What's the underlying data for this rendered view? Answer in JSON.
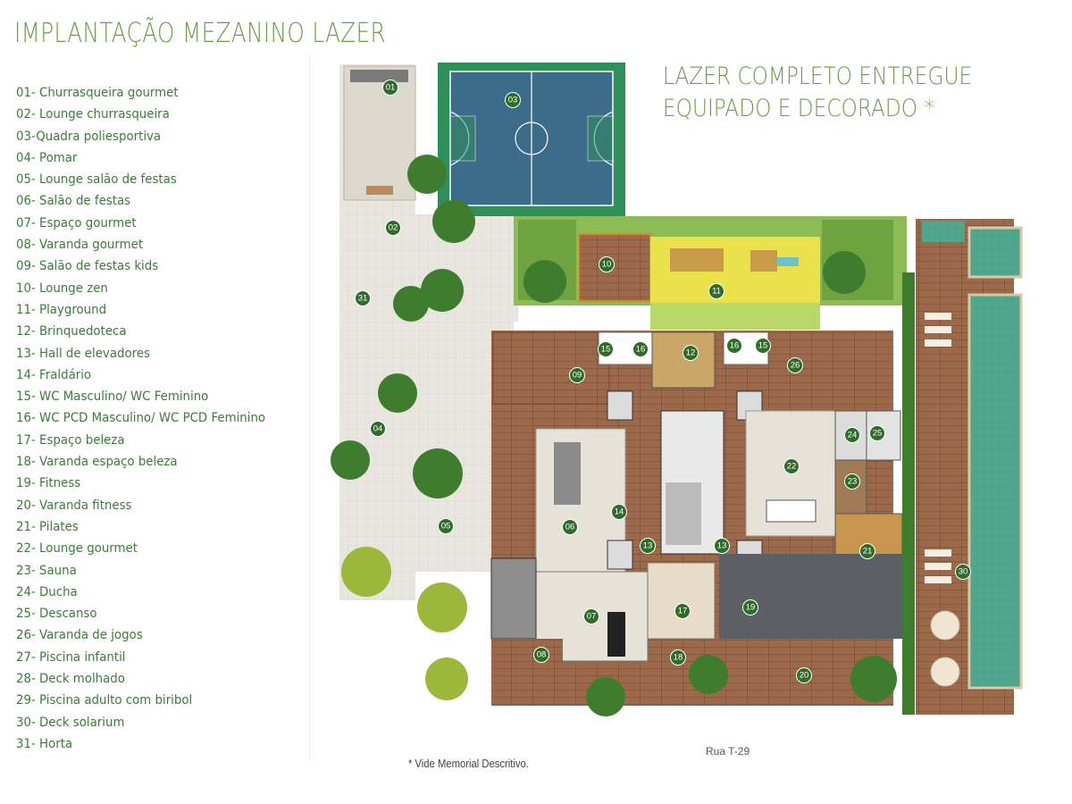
{
  "title": "IMPLANTAÇÃO MEZANINO LAZER",
  "tagline": [
    "LAZER COMPLETO ENTREGUE",
    "EQUIPADO E DECORADO *"
  ],
  "legend": [
    "01- Churrasqueira gourmet",
    "02- Lounge churrasqueira",
    "03-Quadra poliesportiva",
    "04- Pomar",
    "05- Lounge salão de festas",
    "06- Salão de festas",
    "07- Espaço gourmet",
    "08- Varanda gourmet",
    "09- Salão de festas kids",
    "10- Lounge zen",
    "11- Playground",
    "12- Brinquedoteca",
    "13- Hall de elevadores",
    "14- Fraldário",
    "15- WC Masculino/ WC Feminino",
    "16- WC PCD Masculino/ WC PCD Feminino",
    "17- Espaço beleza",
    "18- Varanda espaço beleza",
    "19- Fitness",
    "20- Varanda fitness",
    "21- Pilates",
    "22- Lounge gourmet",
    "23- Sauna",
    "24- Ducha",
    "25- Descanso",
    "26- Varanda de jogos",
    "27- Piscina infantil",
    "28- Deck molhado",
    "29- Piscina adulto com biribol",
    "30- Deck solarium",
    "31- Horta"
  ],
  "markers": [
    "01",
    "02",
    "03",
    "04",
    "05",
    "06",
    "07",
    "08",
    "09",
    "10",
    "11",
    "12",
    "13",
    "13",
    "14",
    "15",
    "15",
    "16",
    "16",
    "17",
    "18",
    "19",
    "20",
    "21",
    "22",
    "23",
    "24",
    "25",
    "26",
    "30",
    "31"
  ],
  "street": "Rua T-29",
  "footnote": "* Vide Memorial Descritivo.",
  "colors": {
    "title": "#6f9a4d",
    "legend_text": "#3d7a3a",
    "marker": "#2f6b2a",
    "wood": "#9c6a4b",
    "paving": "#e8e6df",
    "court": "#3d6b8a",
    "court_frame": "#2e8f5a",
    "pool": "#4fa58c",
    "grass": "#7ab04a",
    "tree": "#3f7d2e",
    "gym": "#5c5f66",
    "playground": "#e9e24a"
  }
}
